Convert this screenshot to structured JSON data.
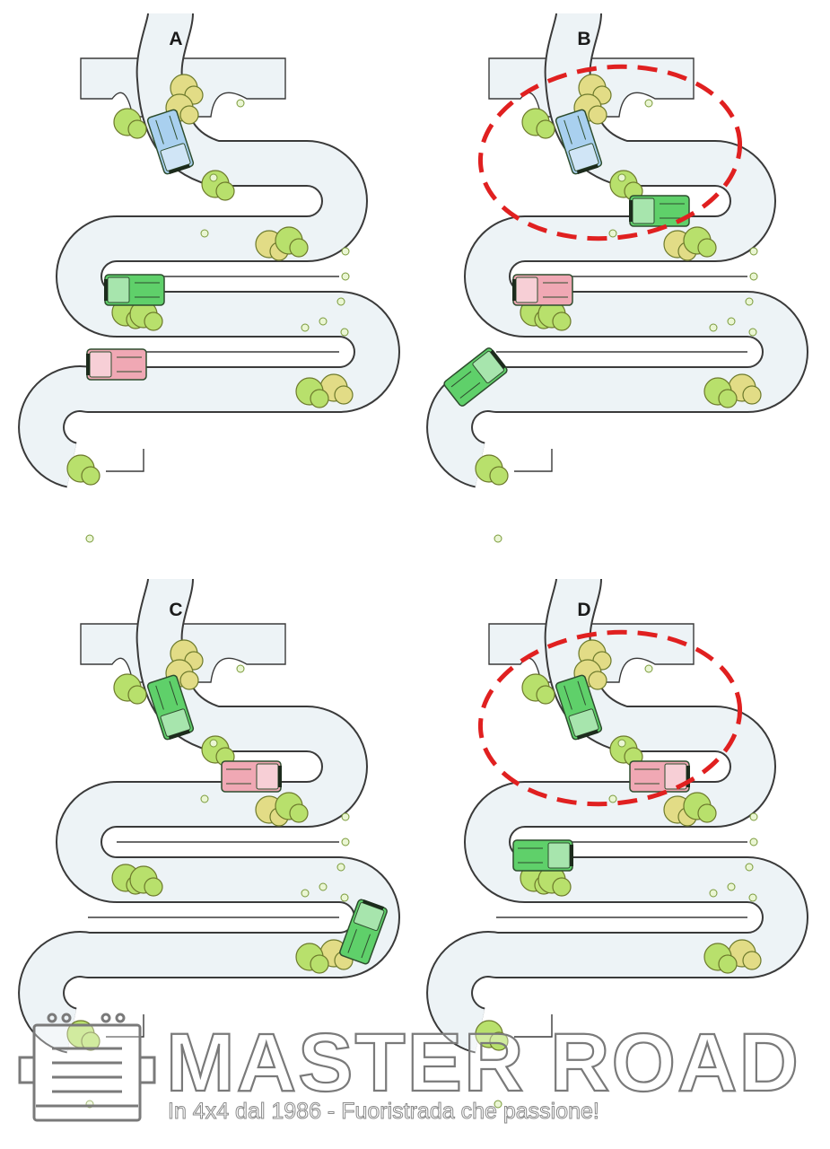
{
  "panels": [
    {
      "label": "A",
      "highlighted": false,
      "vehicles": [
        {
          "color": "blue",
          "segment": "entry",
          "heading": "down"
        },
        {
          "color": "green",
          "segment": "lane-2",
          "heading": "left"
        },
        {
          "color": "red",
          "segment": "lane-3",
          "heading": "left"
        }
      ]
    },
    {
      "label": "B",
      "highlighted": true,
      "vehicles": [
        {
          "color": "blue",
          "segment": "entry",
          "heading": "down"
        },
        {
          "color": "green",
          "segment": "lane-1",
          "heading": "left"
        },
        {
          "color": "red",
          "segment": "lane-2",
          "heading": "left"
        },
        {
          "color": "green",
          "segment": "exit-curve",
          "heading": "up-right"
        }
      ]
    },
    {
      "label": "C",
      "highlighted": false,
      "vehicles": [
        {
          "color": "green",
          "segment": "entry",
          "heading": "down"
        },
        {
          "color": "red",
          "segment": "lane-1",
          "heading": "right"
        },
        {
          "color": "green",
          "segment": "right-curve",
          "heading": "up"
        }
      ]
    },
    {
      "label": "D",
      "highlighted": true,
      "vehicles": [
        {
          "color": "green",
          "segment": "entry",
          "heading": "down"
        },
        {
          "color": "red",
          "segment": "lane-1",
          "heading": "right"
        },
        {
          "color": "green",
          "segment": "lane-2",
          "heading": "right"
        }
      ]
    }
  ],
  "colors": {
    "road_fill": "#edf3f6",
    "road_edge": "#3a3a3a",
    "blue_vehicle": "#a9d0ef",
    "green_vehicle": "#5fd06a",
    "red_vehicle": "#f0a8b4",
    "tree_yellow": "#e2dc86",
    "tree_green": "#b8e06c",
    "highlight": "#e02020"
  },
  "watermark": {
    "title": "MASTER ROAD",
    "subtitle": "In 4x4 dal 1986 - Fuoristrada che passione!",
    "logo_icon": "offroad-vehicle-icon"
  }
}
